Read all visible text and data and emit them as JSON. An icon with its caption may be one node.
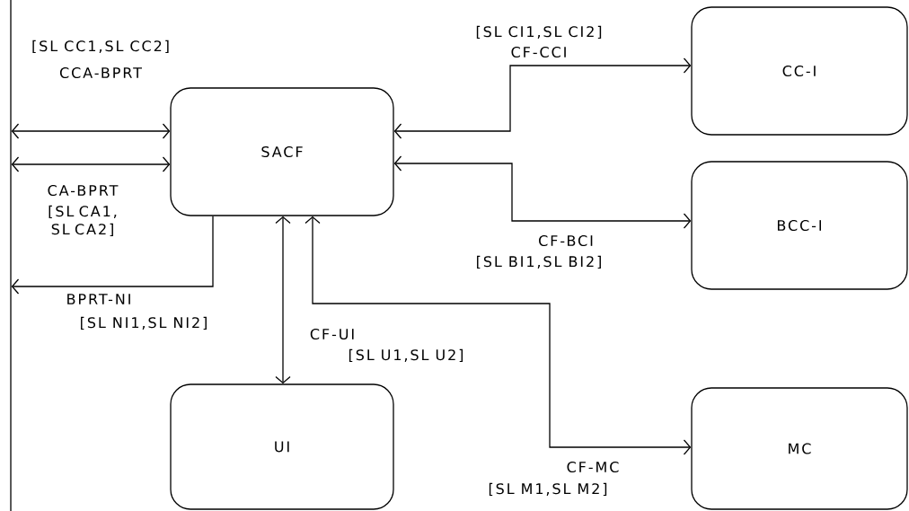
{
  "diagram": {
    "nodes": [
      {
        "text": [],
        "shape": "bar"
      },
      {
        "text": [
          "SACF"
        ]
      },
      {
        "text": [
          "CC-I"
        ]
      },
      {
        "text": [
          "BCC-I"
        ]
      },
      {
        "text": [
          "UI"
        ]
      },
      {
        "text": [
          "MC"
        ]
      }
    ],
    "edges": [
      {
        "from": 0,
        "to": 1,
        "arrow": "both",
        "label": "CCA-BPRT"
      },
      {
        "from": 0,
        "to": 1,
        "arrow": "both",
        "label": "CA-BPRT"
      },
      {
        "from": 1,
        "to": 0,
        "arrow": "to",
        "label": "BPRT-NI"
      },
      {
        "from": 1,
        "to": 2,
        "arrow": "both",
        "label": "CF-CCI"
      },
      {
        "from": 1,
        "to": 3,
        "arrow": "both",
        "label": "CF-BCI"
      },
      {
        "from": 1,
        "to": 4,
        "arrow": "both",
        "label": "CF-UI"
      },
      {
        "from": 1,
        "to": 5,
        "arrow": "both",
        "label": "CF-MC"
      }
    ],
    "labels": [
      "[SL CC1,SL CC2]",
      "[SL CA1, SL CA2]",
      "[SL NI1,SL NI2]",
      "[SL CI1,SL CI2]",
      "[SL BI1,SL BI2]",
      "[SL U1,SL U2]",
      "[SL M1,SL M2]"
    ]
  }
}
